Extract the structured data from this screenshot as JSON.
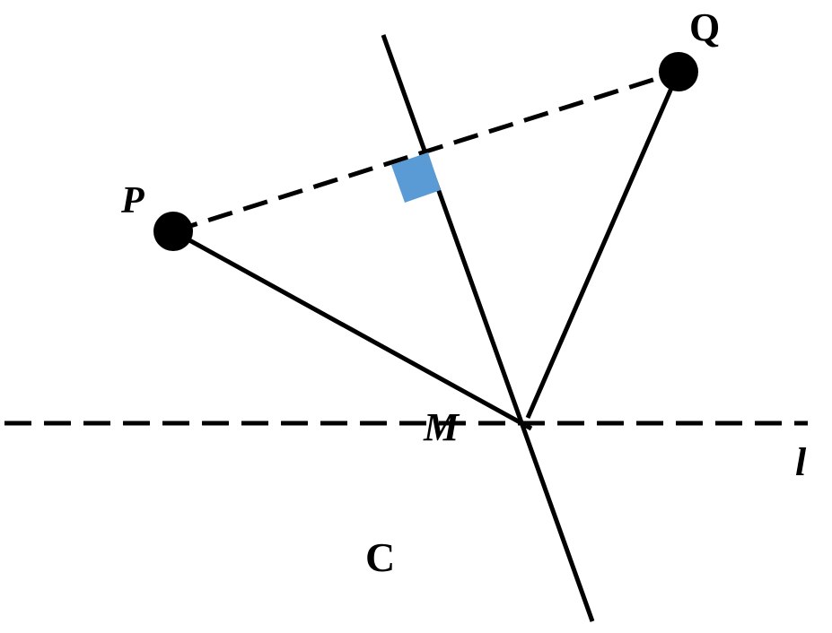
{
  "diagram": {
    "labels": {
      "P": "P",
      "Q": "Q",
      "M": "M",
      "l": "l",
      "C": "C"
    },
    "colors": {
      "stroke": "#000000",
      "right_angle_marker": "#5b9bd5",
      "background": "#ffffff"
    }
  }
}
